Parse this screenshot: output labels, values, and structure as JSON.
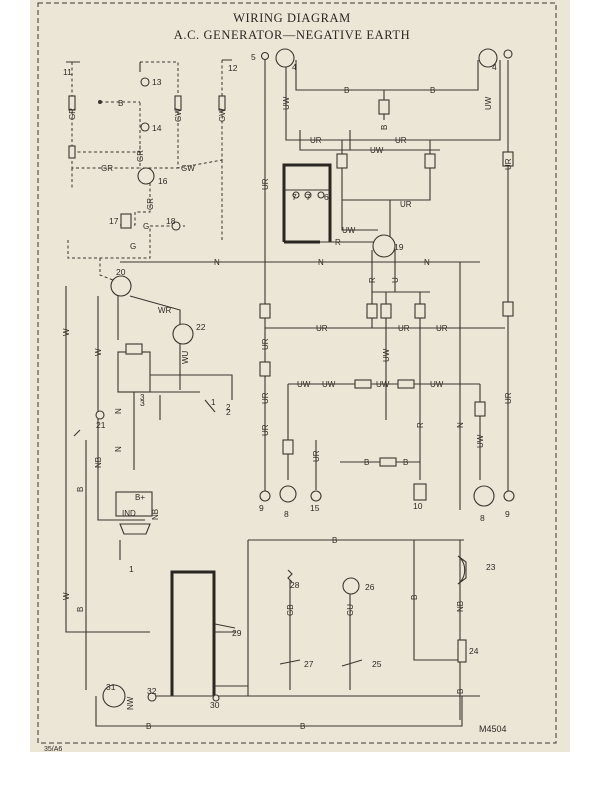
{
  "header": {
    "title": "WIRING DIAGRAM",
    "subtitle": "A.C. GENERATOR—NEGATIVE EARTH"
  },
  "footer": {
    "figure_code": "M4504",
    "page_ref": "35/A6"
  },
  "colors": {
    "paper": "#ece6d6",
    "ink": "#3a3630",
    "border": "#3a3630"
  },
  "wire_labels": [
    {
      "id": "gr-left",
      "text": "GR"
    },
    {
      "id": "b-top",
      "text": "B"
    },
    {
      "id": "gw-mid",
      "text": "GW"
    },
    {
      "id": "gw-right",
      "text": "GW"
    },
    {
      "id": "gr-mid",
      "text": "GR"
    },
    {
      "id": "gr-bottom",
      "text": "GR"
    },
    {
      "id": "gw-bottom",
      "text": "GW"
    },
    {
      "id": "gr-vert",
      "text": "GR"
    },
    {
      "id": "g-17",
      "text": "G"
    },
    {
      "id": "g-lower",
      "text": "G"
    },
    {
      "id": "b-headlamp-left",
      "text": "B"
    },
    {
      "id": "b-headlamp-right",
      "text": "B"
    },
    {
      "id": "b-centre",
      "text": "B"
    },
    {
      "id": "uw-left",
      "text": "UW"
    },
    {
      "id": "uw-right",
      "text": "UW"
    },
    {
      "id": "ur-top-left",
      "text": "UR"
    },
    {
      "id": "ur-top-right",
      "text": "UR"
    },
    {
      "id": "uw-centre",
      "text": "UW"
    },
    {
      "id": "ur-vert-left",
      "text": "UR"
    },
    {
      "id": "uw-19",
      "text": "UW"
    },
    {
      "id": "ur-19",
      "text": "UR"
    },
    {
      "id": "r-19",
      "text": "R"
    },
    {
      "id": "ur-right-vert",
      "text": "UR"
    },
    {
      "id": "n-top-1",
      "text": "N"
    },
    {
      "id": "n-top-2",
      "text": "N"
    },
    {
      "id": "n-top-3",
      "text": "N"
    },
    {
      "id": "r-vert",
      "text": "R"
    },
    {
      "id": "u-vert",
      "text": "U"
    },
    {
      "id": "ur-mid-1",
      "text": "UR"
    },
    {
      "id": "ur-mid-2",
      "text": "UR"
    },
    {
      "id": "ur-mid-3",
      "text": "UR"
    },
    {
      "id": "wr",
      "text": "WR"
    },
    {
      "id": "wu",
      "text": "WU"
    },
    {
      "id": "w-left",
      "text": "W"
    },
    {
      "id": "w-mid",
      "text": "W"
    },
    {
      "id": "ur-vert-2",
      "text": "UR"
    },
    {
      "id": "ur-vert-3",
      "text": "UR"
    },
    {
      "id": "uw-row-1",
      "text": "UW"
    },
    {
      "id": "uw-row-2",
      "text": "UW"
    },
    {
      "id": "uw-row-3",
      "text": "UW"
    },
    {
      "id": "uw-centre-vert",
      "text": "UW"
    },
    {
      "id": "uw-row-4",
      "text": "UW"
    },
    {
      "id": "r-lower",
      "text": "R"
    },
    {
      "id": "n-right",
      "text": "N"
    },
    {
      "id": "ur-far-right",
      "text": "UR"
    },
    {
      "id": "uw-far-right",
      "text": "UW"
    },
    {
      "id": "n-gen",
      "text": "N"
    },
    {
      "id": "n-gen-2",
      "text": "N"
    },
    {
      "id": "ur-lower",
      "text": "UR"
    },
    {
      "id": "ur-lower-2",
      "text": "UR"
    },
    {
      "id": "b-row-1",
      "text": "B"
    },
    {
      "id": "b-row-2",
      "text": "B"
    },
    {
      "id": "nb-left",
      "text": "NB"
    },
    {
      "id": "nb-ind",
      "text": "NB"
    },
    {
      "id": "b-vert-left",
      "text": "B"
    },
    {
      "id": "w-lower",
      "text": "W"
    },
    {
      "id": "b-bottom-vert",
      "text": "B"
    },
    {
      "id": "b-top-row",
      "text": "B"
    },
    {
      "id": "gb",
      "text": "GB"
    },
    {
      "id": "gu",
      "text": "GU"
    },
    {
      "id": "b-24",
      "text": "B"
    },
    {
      "id": "nb-24",
      "text": "NB"
    },
    {
      "id": "b-bottom-1",
      "text": "B"
    },
    {
      "id": "b-bottom-2",
      "text": "B"
    },
    {
      "id": "b-right-bottom",
      "text": "B"
    },
    {
      "id": "nw-31",
      "text": "NW"
    }
  ],
  "components": [
    {
      "id": "c1",
      "number": "1"
    },
    {
      "id": "c2",
      "number": "2"
    },
    {
      "id": "c3",
      "number": "3"
    },
    {
      "id": "c4a",
      "number": "4"
    },
    {
      "id": "c4b",
      "number": "4"
    },
    {
      "id": "c5",
      "number": "5"
    },
    {
      "id": "c6",
      "number": "6"
    },
    {
      "id": "c7a",
      "number": "7"
    },
    {
      "id": "c7b",
      "number": "7"
    },
    {
      "id": "c8a",
      "number": "8"
    },
    {
      "id": "c8b",
      "number": "8"
    },
    {
      "id": "c9a",
      "number": "9"
    },
    {
      "id": "c9b",
      "number": "9"
    },
    {
      "id": "c10",
      "number": "10"
    },
    {
      "id": "c11",
      "number": "11"
    },
    {
      "id": "c12",
      "number": "12"
    },
    {
      "id": "c13",
      "number": "13"
    },
    {
      "id": "c14",
      "number": "14"
    },
    {
      "id": "c15",
      "number": "15"
    },
    {
      "id": "c16",
      "number": "16"
    },
    {
      "id": "c17",
      "number": "17"
    },
    {
      "id": "c18",
      "number": "18"
    },
    {
      "id": "c19",
      "number": "19"
    },
    {
      "id": "c20",
      "number": "20"
    },
    {
      "id": "c21",
      "number": "21"
    },
    {
      "id": "c22",
      "number": "22"
    },
    {
      "id": "c23",
      "number": "23"
    },
    {
      "id": "c24",
      "number": "24"
    },
    {
      "id": "c25",
      "number": "25"
    },
    {
      "id": "c26",
      "number": "26"
    },
    {
      "id": "c27",
      "number": "27"
    },
    {
      "id": "c28",
      "number": "28"
    },
    {
      "id": "c29",
      "number": "29"
    },
    {
      "id": "c30",
      "number": "30"
    },
    {
      "id": "c31",
      "number": "31"
    },
    {
      "id": "c32",
      "number": "32"
    }
  ],
  "terminal_labels": [
    {
      "id": "ind",
      "text": "IND"
    },
    {
      "id": "b-plus",
      "text": "B+"
    },
    {
      "id": "pin-1",
      "text": "1"
    },
    {
      "id": "pin-2",
      "text": "2"
    },
    {
      "id": "pin-3",
      "text": "3"
    }
  ]
}
